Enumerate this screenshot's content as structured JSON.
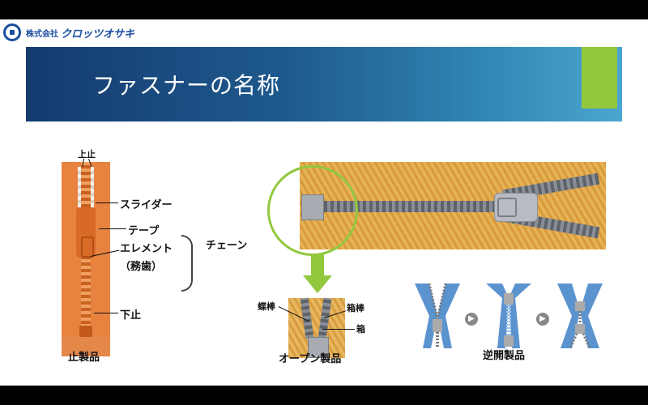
{
  "logo": {
    "company_small": "株式会社",
    "company_big": "クロッツオサキ"
  },
  "title": "ファスナーの名称",
  "labels": {
    "top_stop": "上止",
    "slider": "スライダー",
    "tape": "テープ",
    "element": "エレメント",
    "element_sub": "（務歯）",
    "chain": "チェーン",
    "bottom_stop": "下止",
    "butterfly_rod": "蝶棒",
    "box_rod": "箱棒",
    "box": "箱"
  },
  "captions": {
    "closed_end": "止製品",
    "open_end": "オープン製品",
    "reverse_open": "逆開製品"
  },
  "colors": {
    "banner_start": "#143a6e",
    "banner_end": "#4aa6cf",
    "accent_green": "#92c83e",
    "tape_orange": "#e8823f",
    "tape_yellow": "#e0a848",
    "diagram_blue": "#5b93cf"
  },
  "icons": {
    "step_arrow": "arrow-right-circle-icon",
    "down_arrow": "arrow-down-icon",
    "logo": "button-logo-icon"
  }
}
